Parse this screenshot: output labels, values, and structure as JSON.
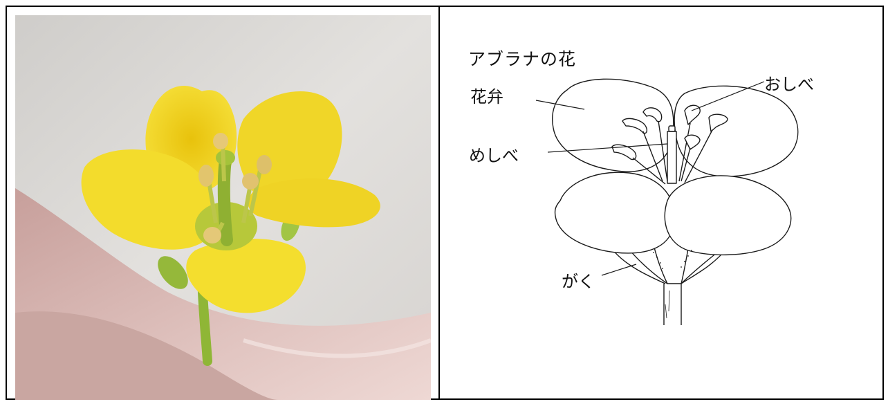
{
  "diagram": {
    "title": "アブラナの花",
    "labels": {
      "petal": "花弁",
      "stamen": "おしべ",
      "pistil": "めしべ",
      "sepal": "がく"
    }
  },
  "colors": {
    "petal_yellow": "#f2d81e",
    "stem_green": "#9cc23a",
    "background_gray": "#dcdad7",
    "finger_pink": "#d9b8b4",
    "line": "#1a1a1a"
  }
}
